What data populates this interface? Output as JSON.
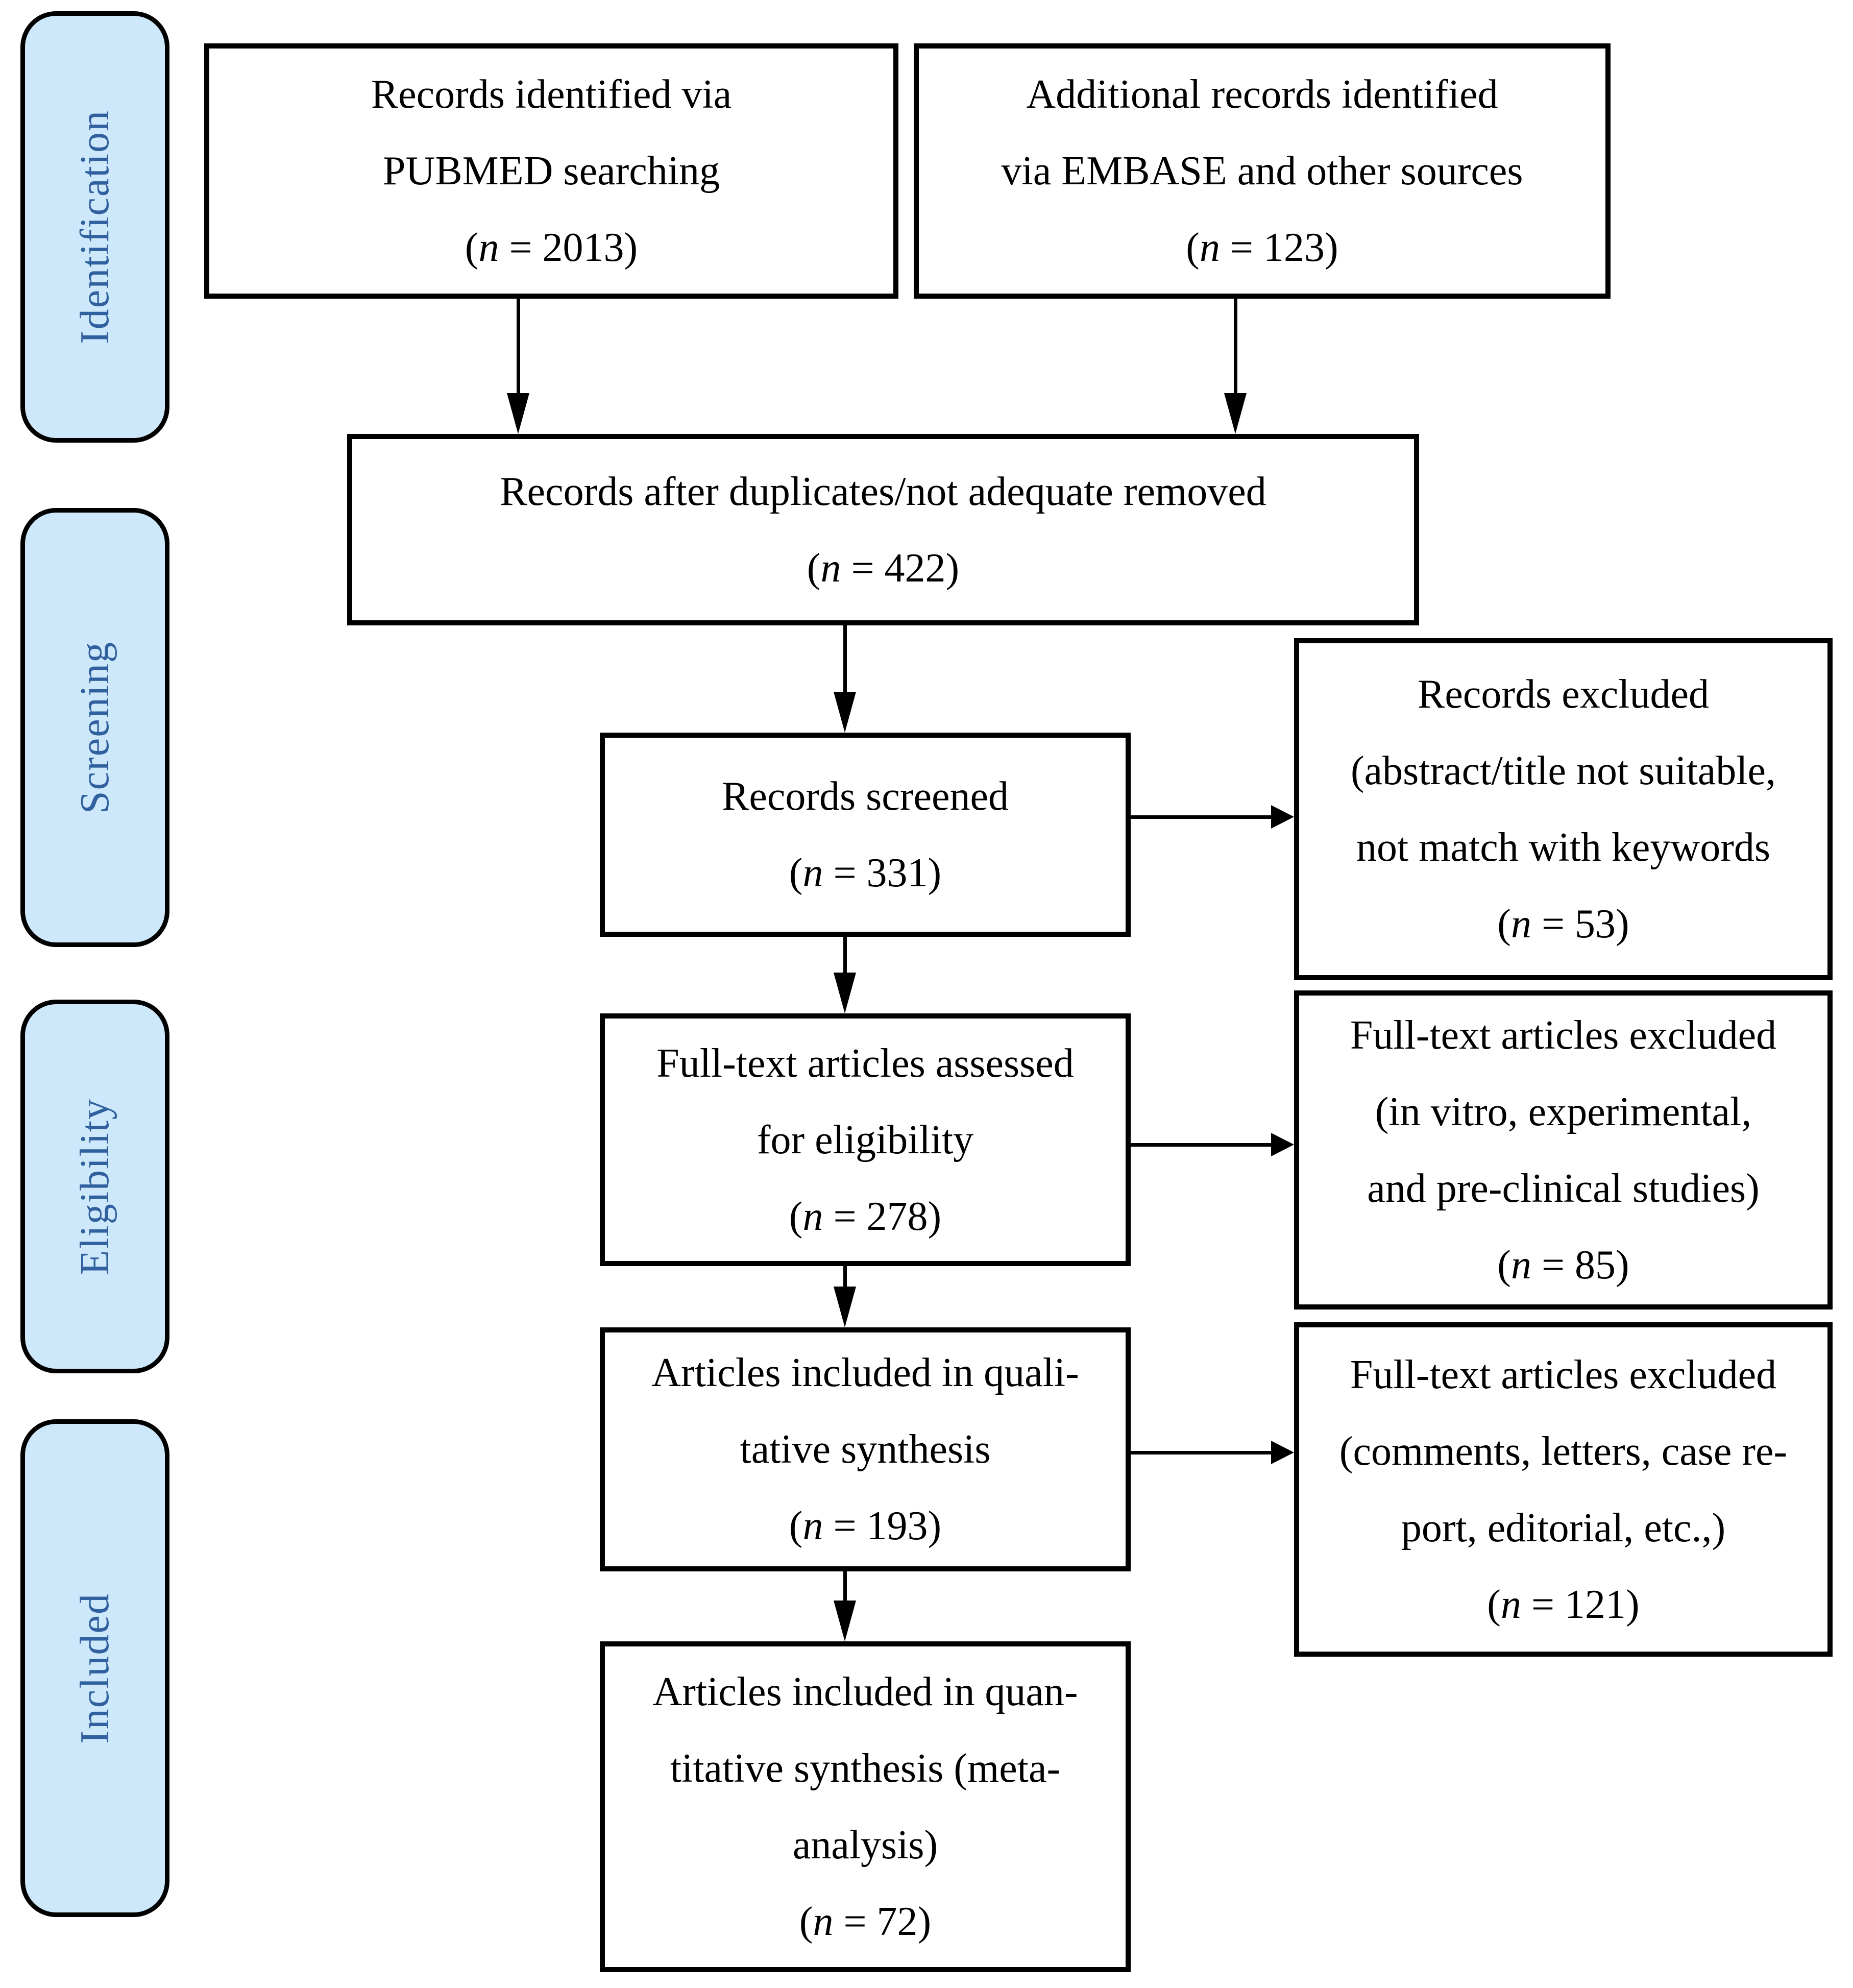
{
  "diagram": {
    "type": "prisma-flowchart",
    "colors": {
      "background": "#ffffff",
      "stage_fill": "#cde8fb",
      "stage_text": "#30609e",
      "box_border": "#000000",
      "box_text": "#000000"
    },
    "stages": [
      {
        "label": "Identification"
      },
      {
        "label": "Screening"
      },
      {
        "label": "Eligibility"
      },
      {
        "label": "Included"
      }
    ],
    "boxes": {
      "pubmed": {
        "lines": [
          "Records identified via",
          "PUBMED searching"
        ],
        "n": "2013"
      },
      "embase": {
        "lines": [
          "Additional records identified",
          "via EMBASE and other sources"
        ],
        "n": "123"
      },
      "duplicates": {
        "lines": [
          "Records after duplicates/not adequate removed"
        ],
        "n": "422"
      },
      "screened": {
        "lines": [
          "Records screened"
        ],
        "n": "331"
      },
      "excluded_screening": {
        "lines": [
          "Records excluded",
          "(abstract/title not suitable,",
          "not match with keywords"
        ],
        "n": "53"
      },
      "assessed": {
        "lines": [
          "Full-text articles assessed",
          "for eligibility"
        ],
        "n": "278"
      },
      "excluded_eligibility": {
        "lines": [
          "Full-text articles excluded",
          "(in vitro, experimental,",
          "and pre-clinical studies)"
        ],
        "n": "85"
      },
      "qualitative": {
        "lines": [
          "Articles included in quali-",
          "tative synthesis"
        ],
        "n": "193"
      },
      "excluded_qualitative": {
        "lines": [
          "Full-text articles excluded",
          "(comments, letters, case re-",
          "port, editorial, etc.,)"
        ],
        "n": "121"
      },
      "quantitative": {
        "lines": [
          "Articles included in quan-",
          "titative synthesis (meta-",
          "analysis)"
        ],
        "n": "72"
      }
    }
  }
}
